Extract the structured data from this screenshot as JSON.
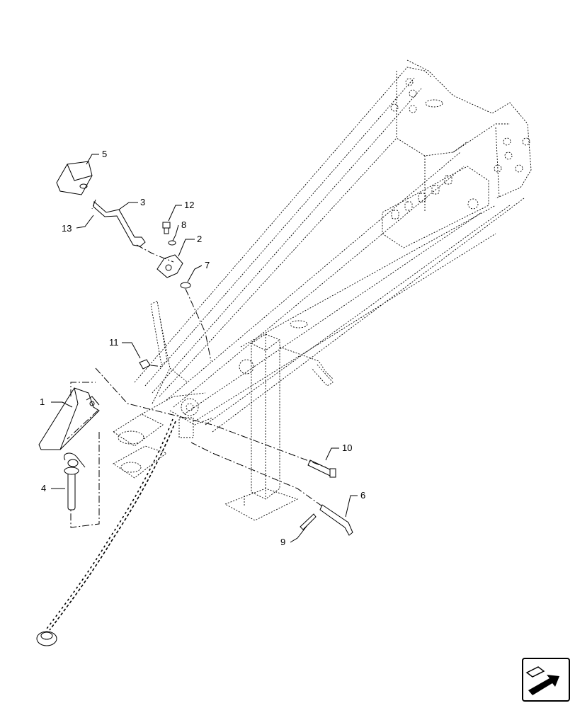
{
  "diagram": {
    "callouts": [
      {
        "id": "c1",
        "text": "1"
      },
      {
        "id": "c2",
        "text": "2"
      },
      {
        "id": "c3",
        "text": "3"
      },
      {
        "id": "c4",
        "text": "4"
      },
      {
        "id": "c5",
        "text": "5"
      },
      {
        "id": "c6",
        "text": "6"
      },
      {
        "id": "c7",
        "text": "7"
      },
      {
        "id": "c8",
        "text": "8"
      },
      {
        "id": "c9",
        "text": "9"
      },
      {
        "id": "c10",
        "text": "10"
      },
      {
        "id": "c11",
        "text": "11"
      },
      {
        "id": "c12",
        "text": "12"
      },
      {
        "id": "c13",
        "text": "13"
      }
    ],
    "nav_icon": "next-page-arrow-icon"
  }
}
